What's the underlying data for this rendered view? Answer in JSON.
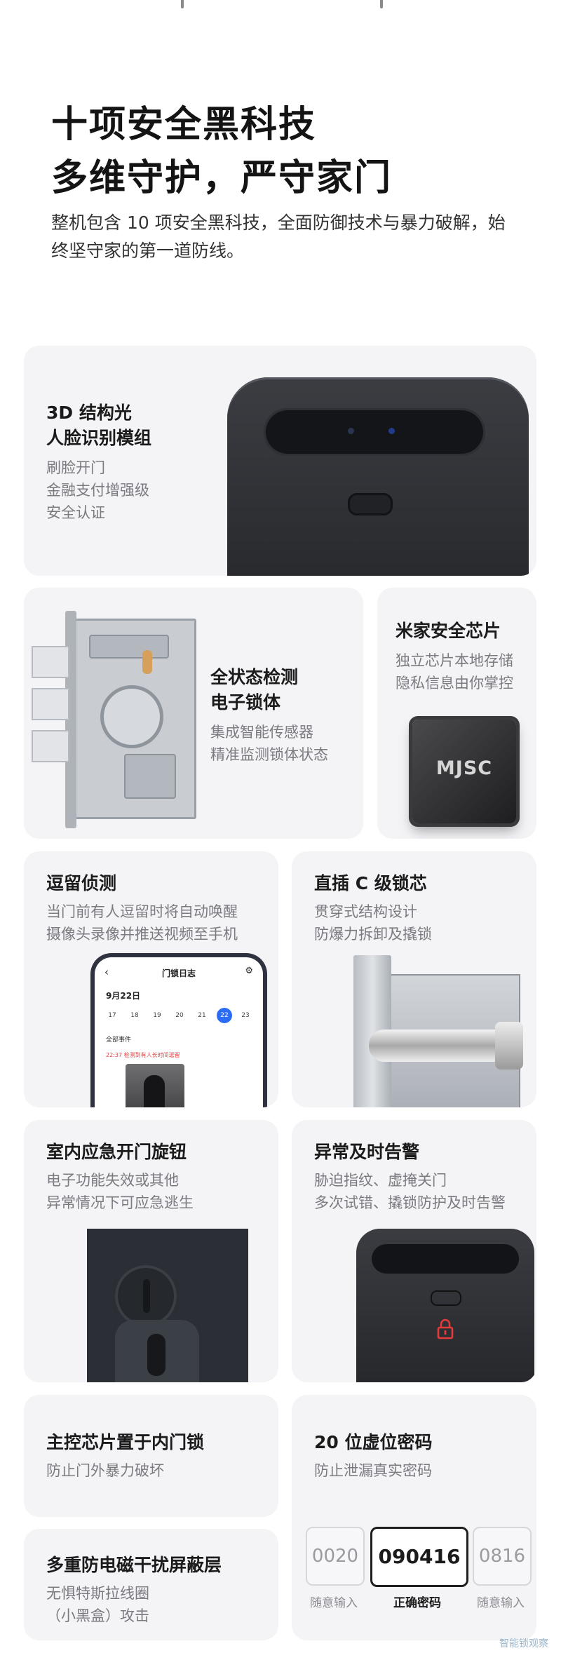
{
  "hero": {
    "title_line1": "十项安全黑科技",
    "title_line2": "多维守护，严守家门",
    "desc": "整机包含 10 项安全黑科技，全面防御技术与暴力破解，始终坚守家的第一道防线。"
  },
  "cards": {
    "face": {
      "title1": "3D 结构光",
      "title2": "人脸识别模组",
      "desc1": "刷脸开门",
      "desc2": "金融支付增强级",
      "desc3": "安全认证"
    },
    "lockbody": {
      "title1": "全状态检测",
      "title2": "电子锁体",
      "desc1": "集成智能传感器",
      "desc2": "精准监测锁体状态"
    },
    "chip": {
      "title": "米家安全芯片",
      "desc1": "独立芯片本地存储",
      "desc2": "隐私信息由你掌控",
      "chip_text": "MJSC"
    },
    "linger": {
      "title": "逗留侦测",
      "desc1": "当门前有人逗留时将自动唤醒",
      "desc2": "摄像头录像并推送视频至手机"
    },
    "cylinder": {
      "title": "直插 C 级锁芯",
      "desc1": "贯穿式结构设计",
      "desc2": "防爆力拆卸及撬锁"
    },
    "knob": {
      "title": "室内应急开门旋钮",
      "desc1": "电子功能失效或其他",
      "desc2": "异常情况下可应急逃生"
    },
    "alarm": {
      "title": "异常及时告警",
      "desc1": "胁迫指纹、虚掩关门",
      "desc2": "多次试错、撬锁防护及时告警"
    },
    "mainchip": {
      "title": "主控芯片置于内门锁",
      "desc": "防止门外暴力破坏"
    },
    "password": {
      "title": "20 位虚位密码",
      "desc": "防止泄漏真实密码",
      "left_value": "0020",
      "left_label": "随意输入",
      "center_value": "090416",
      "center_label": "正确密码",
      "right_value": "0816",
      "right_label": "随意输入"
    },
    "shield": {
      "title": "多重防电磁干扰屏蔽层",
      "desc1": "无惧特斯拉线圈",
      "desc2": "（小黑盒）攻击"
    }
  },
  "phone_screen": {
    "title": "门锁日志",
    "date": "9月22日",
    "days": [
      "17",
      "18",
      "19",
      "20",
      "21",
      "22",
      "23"
    ],
    "filter": "全部事件",
    "event": "22:37  检测到有人长时间逗留"
  },
  "watermark": "智能锁观察",
  "colors": {
    "card_bg": "#f4f4f7",
    "accent_blue": "#2d6cf6",
    "alert_red": "#e33a3a"
  },
  "icons": [
    "back-arrow-icon",
    "settings-icon",
    "red-lock-icon"
  ]
}
